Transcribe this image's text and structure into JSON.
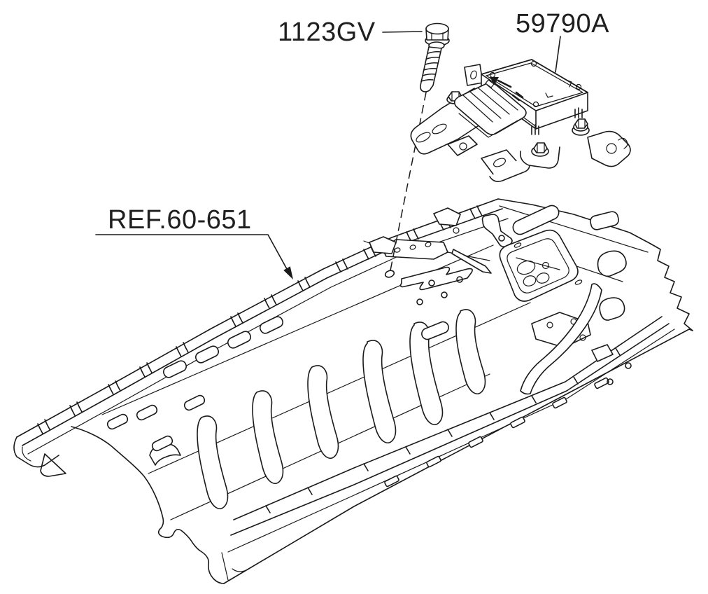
{
  "diagram": {
    "background_color": "#ffffff",
    "line_color": "#1a1a1a",
    "label_color": "#1f1f1f",
    "parts": [
      {
        "id": "mounting-bolt",
        "label": "1123GV"
      },
      {
        "id": "control-module-assembly",
        "label": "59790A"
      },
      {
        "id": "floor-panel-reference",
        "label": "REF.60-651"
      }
    ]
  }
}
